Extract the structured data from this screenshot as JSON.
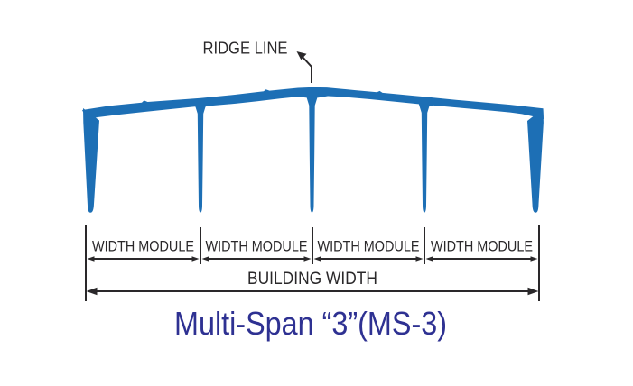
{
  "diagram": {
    "ridge_label": "RIDGE LINE",
    "module_labels": [
      "WIDTH MODULE",
      "WIDTH MODULE",
      "WIDTH MODULE",
      "WIDTH MODULE"
    ],
    "building_width_label": "BUILDING WIDTH",
    "title": "Multi-Span “3”(MS-3)",
    "colors": {
      "frame_blue": "#1d6fb5",
      "line_dark": "#2a282a",
      "title_navy": "#2e3192"
    }
  }
}
